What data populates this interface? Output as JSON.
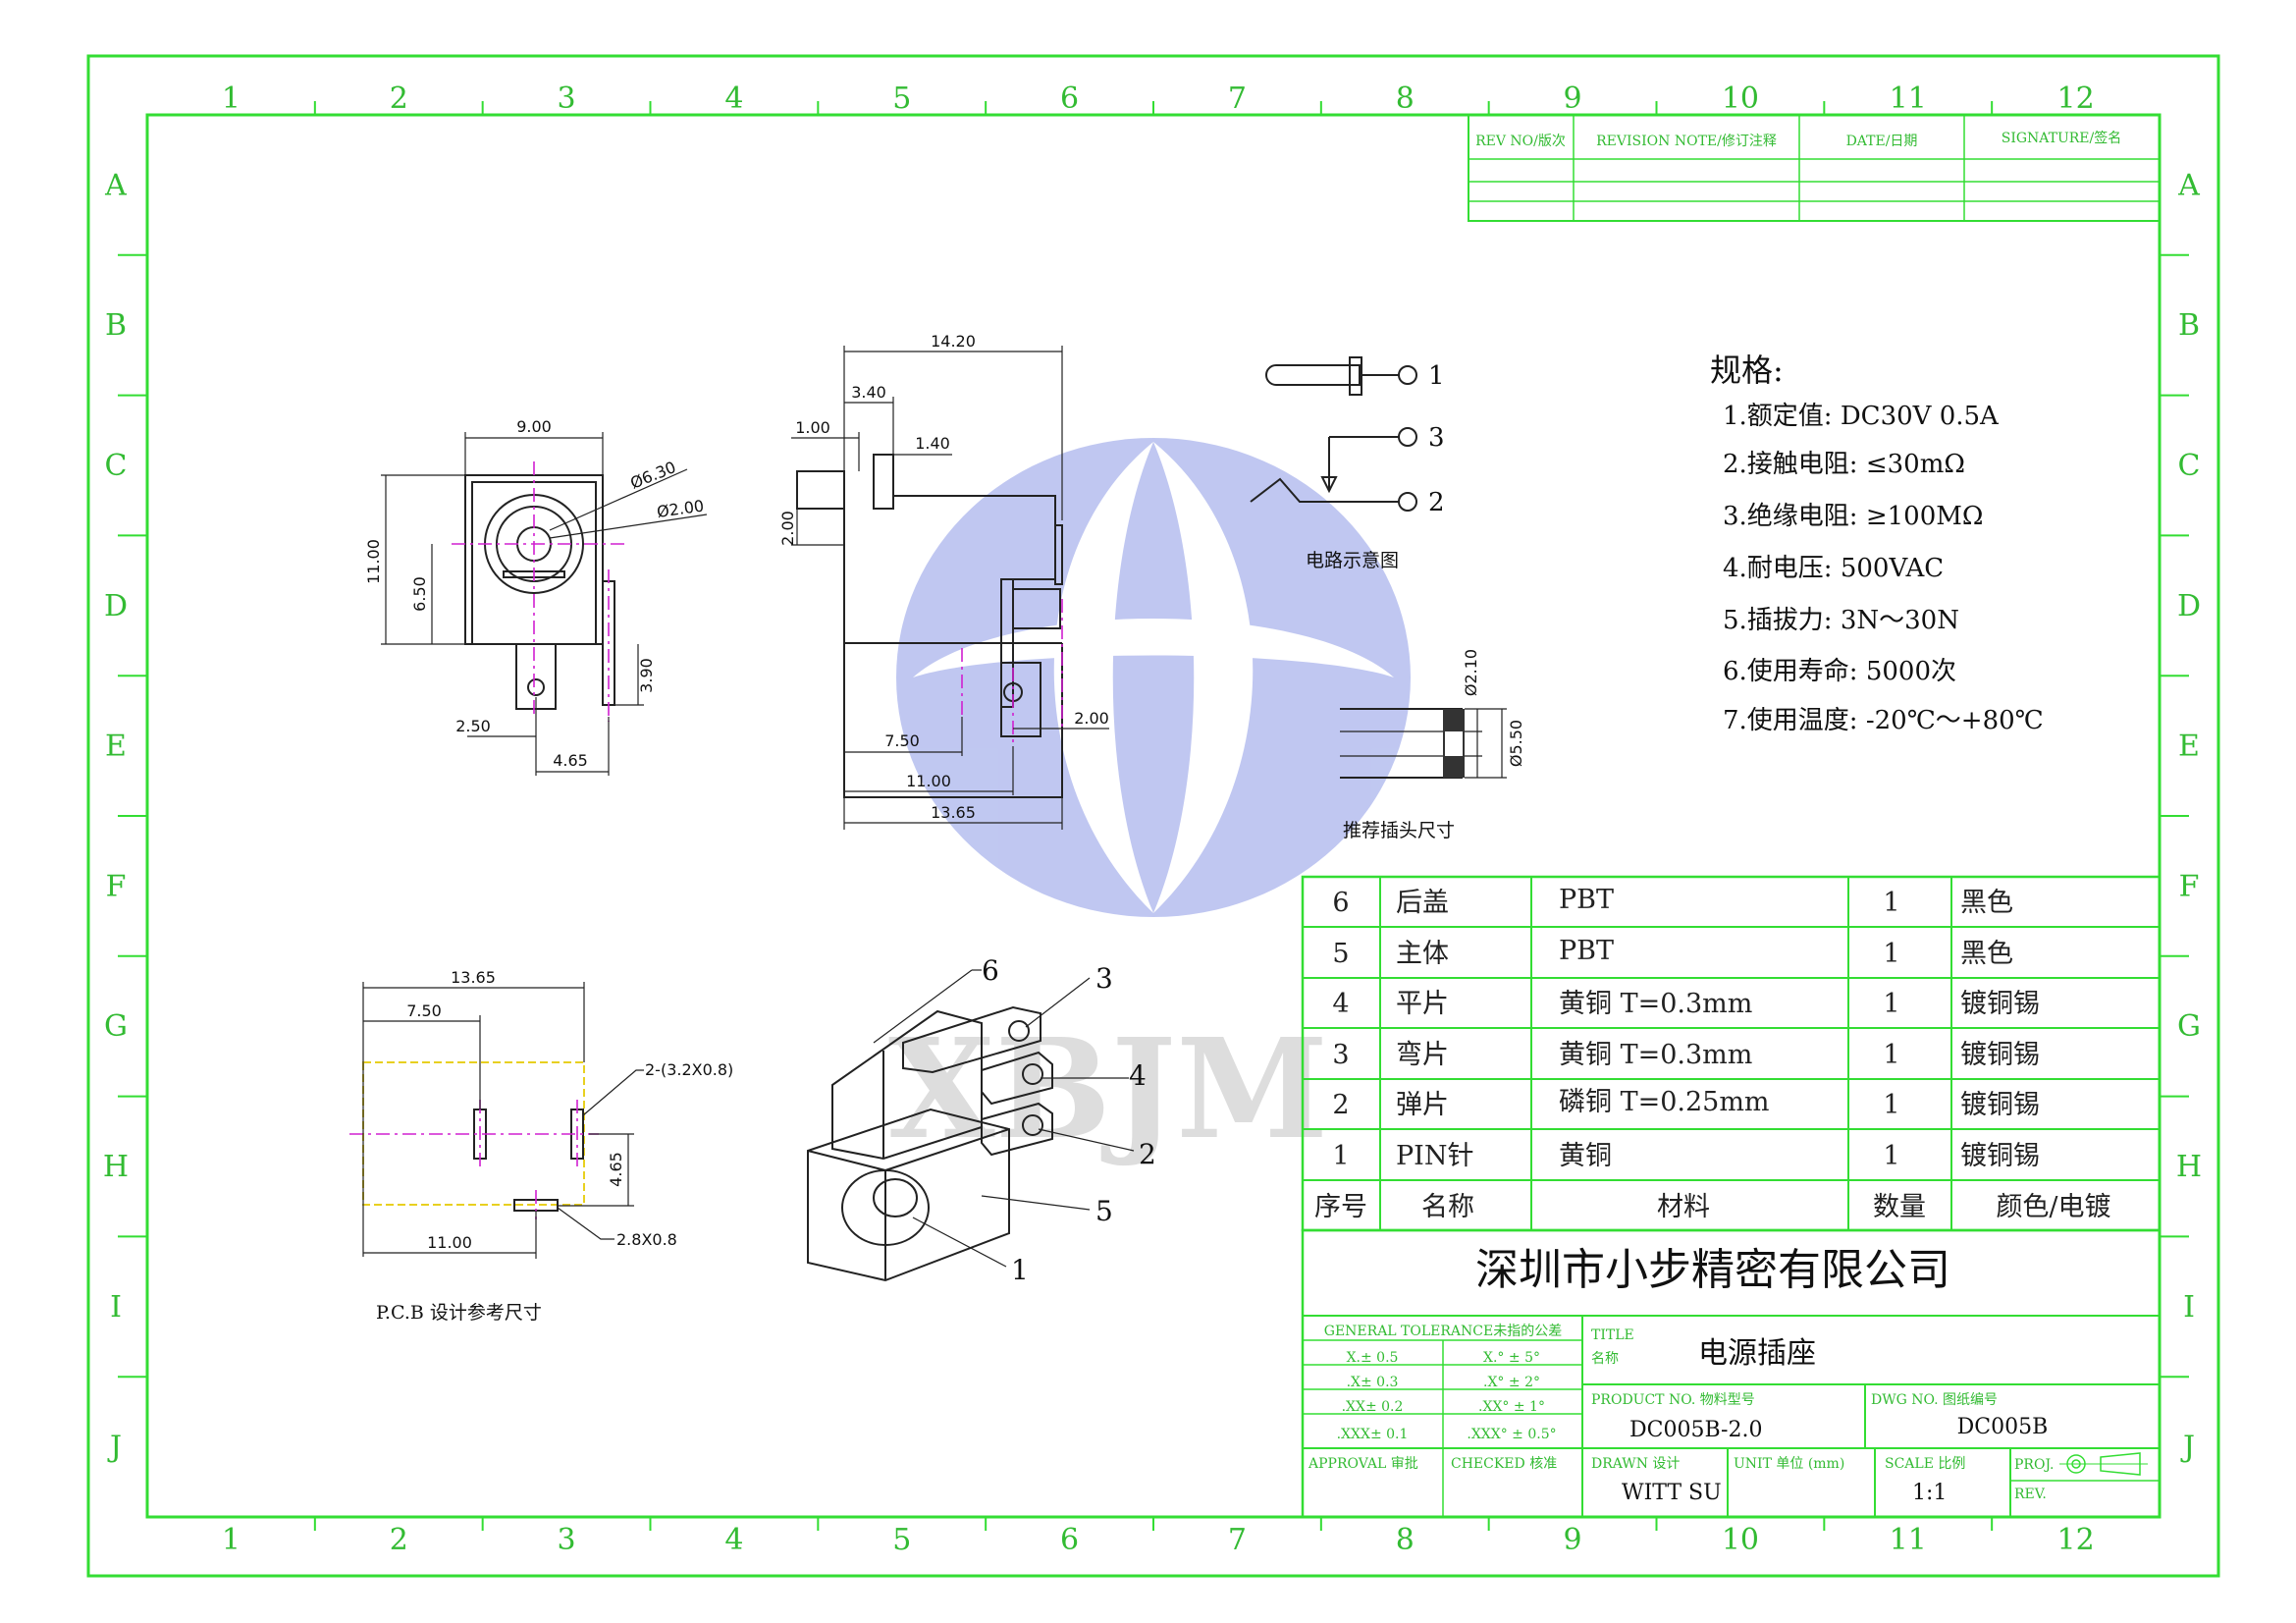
{
  "grid": {
    "columns": [
      "1",
      "2",
      "3",
      "4",
      "5",
      "6",
      "7",
      "8",
      "9",
      "10",
      "11",
      "12"
    ],
    "rows": [
      "A",
      "B",
      "C",
      "D",
      "E",
      "F",
      "G",
      "H",
      "I",
      "J"
    ]
  },
  "revision_table": {
    "headers": [
      "REV NO/版次",
      "REVISION NOTE/修订注释",
      "DATE/日期",
      "SIGNATURE/签名"
    ]
  },
  "front_view": {
    "dims": {
      "width": "9.00",
      "height": "11.00",
      "center_height": "6.50",
      "pin_len": "3.90",
      "pin_x1": "2.50",
      "pin_x2": "4.65"
    },
    "callouts": {
      "outer": "Ø6.30",
      "inner": "Ø2.00"
    }
  },
  "side_view": {
    "dims": {
      "overall": "14.20",
      "d340": "3.40",
      "d100": "1.00",
      "d140": "1.40",
      "d200v": "2.00",
      "d750": "7.50",
      "d200h": "2.00",
      "d1100": "11.00",
      "d1365": "13.65"
    }
  },
  "circuit": {
    "pins": [
      "1",
      "3",
      "2"
    ],
    "caption": "电路示意图"
  },
  "plug": {
    "dims": {
      "d210": "Ø2.10",
      "d550": "Ø5.50"
    },
    "caption": "推荐插头尺寸"
  },
  "specs": {
    "title": "规格:",
    "items": [
      "1.额定值: DC30V 0.5A",
      "2.接触电阻: ≤30mΩ",
      "3.绝缘电阻: ≥100MΩ",
      "4.耐电压: 500VAC",
      "5.插拔力: 3N～30N",
      "6.使用寿命: 5000次",
      "7.使用温度: -20℃～+80℃"
    ]
  },
  "pcb": {
    "dims": {
      "d1365": "13.65",
      "d750": "7.50",
      "d1100": "11.00",
      "d465": "4.65"
    },
    "callouts": {
      "slot": "2-(3.2X0.8)",
      "pad": "2.8X0.8"
    },
    "caption": "P.C.B 设计参考尺寸"
  },
  "iso_labels": [
    "6",
    "3",
    "4",
    "2",
    "5",
    "1"
  ],
  "watermark": "XBJM",
  "bom": {
    "rows": [
      {
        "no": "6",
        "name": "后盖",
        "material": "PBT",
        "qty": "1",
        "finish": "黑色"
      },
      {
        "no": "5",
        "name": "主体",
        "material": "PBT",
        "qty": "1",
        "finish": "黑色"
      },
      {
        "no": "4",
        "name": "平片",
        "material": "黄铜 T=0.3mm",
        "qty": "1",
        "finish": "镀铜锡"
      },
      {
        "no": "3",
        "name": "弯片",
        "material": "黄铜 T=0.3mm",
        "qty": "1",
        "finish": "镀铜锡"
      },
      {
        "no": "2",
        "name": "弹片",
        "material": "磷铜 T=0.25mm",
        "qty": "1",
        "finish": "镀铜锡"
      },
      {
        "no": "1",
        "name": "PIN针",
        "material": "黄铜",
        "qty": "1",
        "finish": "镀铜锡"
      }
    ],
    "header": {
      "no": "序号",
      "name": "名称",
      "material": "材料",
      "qty": "数量",
      "finish": "颜色/电镀"
    }
  },
  "title_block": {
    "company": "深圳市小步精密有限公司",
    "tolerance_title": "GENERAL TOLERANCE未指的公差",
    "tolerances": [
      [
        "X.± 0.5",
        "X.° ± 5°"
      ],
      [
        ".X± 0.3",
        ".X° ± 2°"
      ],
      [
        ".XX± 0.2",
        ".XX° ± 1°"
      ],
      [
        ".XXX± 0.1",
        ".XXX° ± 0.5°"
      ]
    ],
    "title_label": "TITLE",
    "title_label_cn": "名称",
    "title": "电源插座",
    "product_label": "PRODUCT NO. 物料型号",
    "product_no": "DC005B-2.0",
    "dwg_label": "DWG NO. 图纸编号",
    "dwg_no": "DC005B",
    "approval_label": "APPROVAL 审批",
    "checked_label": "CHECKED 核准",
    "drawn_label": "DRAWN 设计",
    "drawn_by": "WITT SU",
    "unit_label": "UNIT 单位 (mm)",
    "scale_label": "SCALE 比例",
    "scale": "1:1",
    "proj_label": "PROJ.",
    "rev_label": "REV."
  }
}
